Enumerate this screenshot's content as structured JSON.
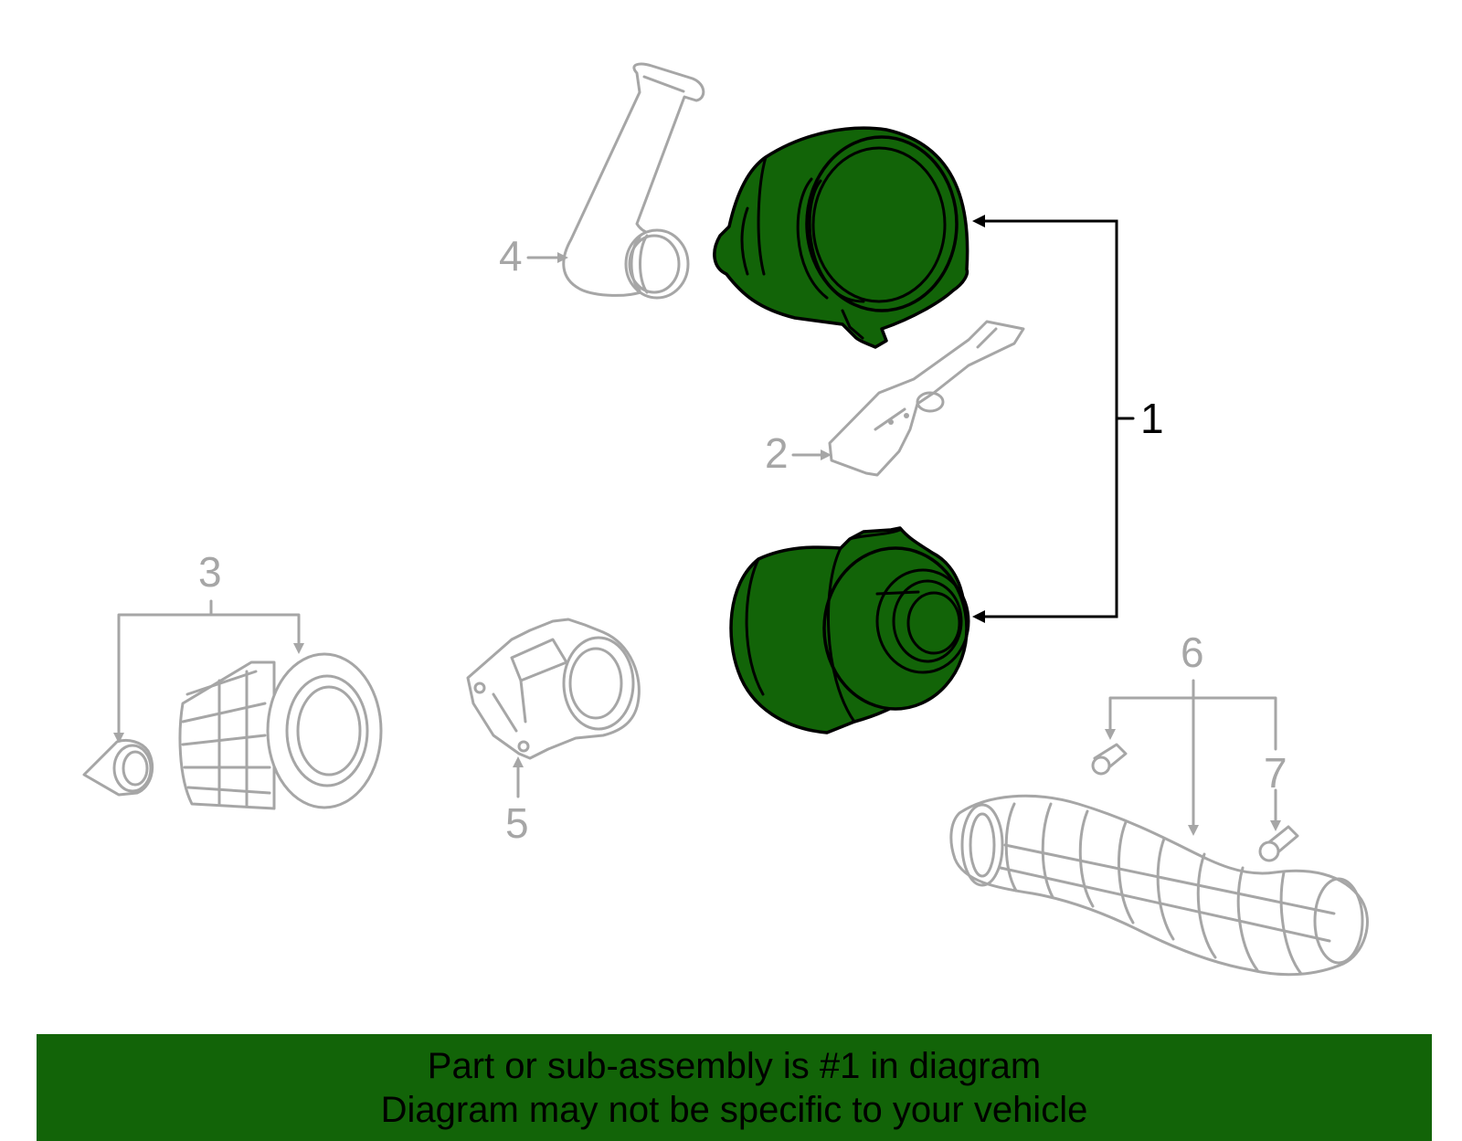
{
  "colors": {
    "highlight": "#126408",
    "muted": "#a6a6a6",
    "ink": "#000000"
  },
  "callouts": {
    "c1": "1",
    "c2": "2",
    "c3": "3",
    "c4": "4",
    "c5": "5",
    "c6": "6",
    "c7": "7"
  },
  "banner": {
    "line1": "Part or sub-assembly is #1 in diagram",
    "line2": "Diagram may not be specific to your vehicle"
  }
}
